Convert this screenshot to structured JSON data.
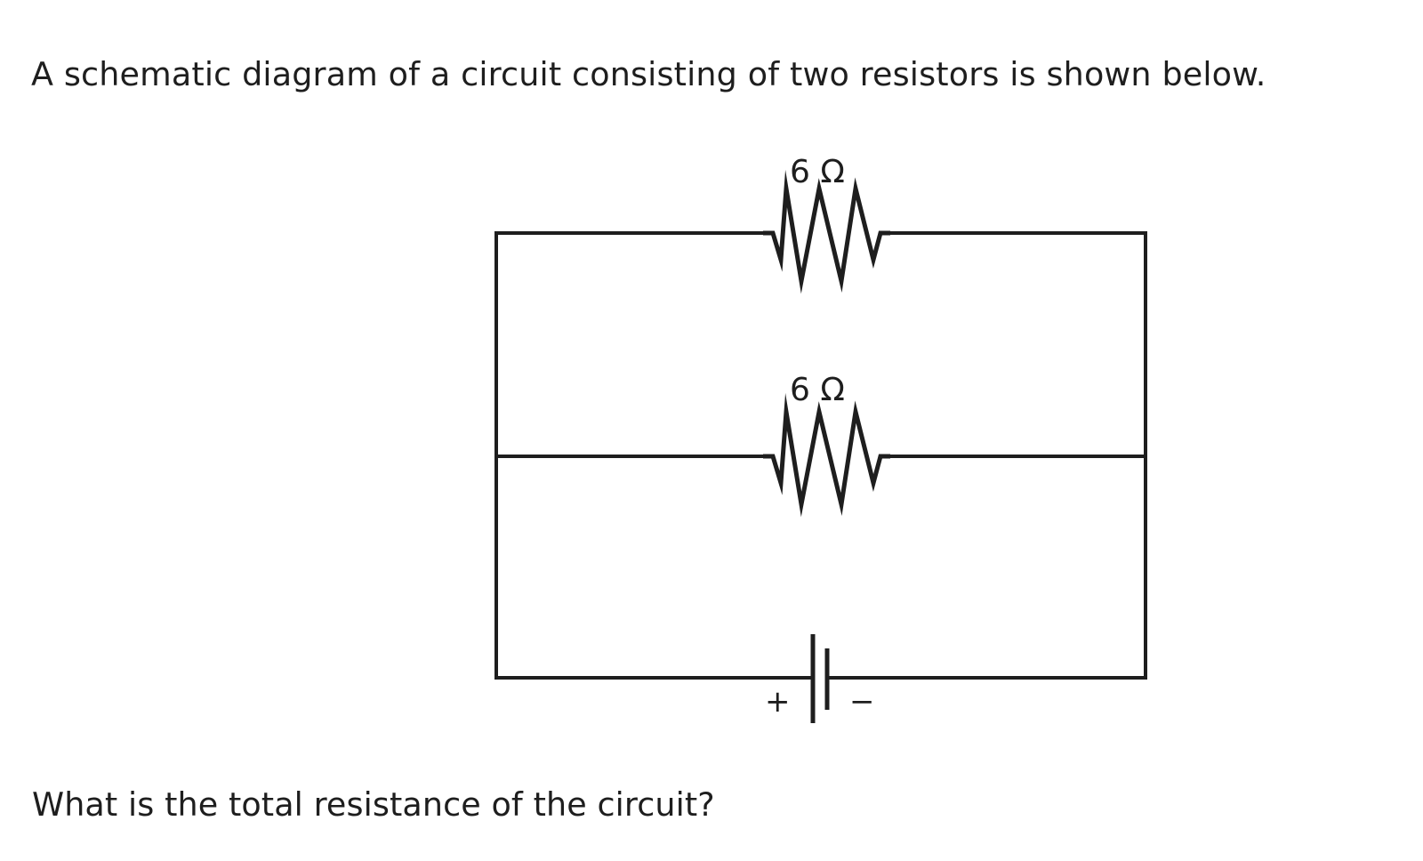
{
  "prompt_text": "A schematic diagram of a circuit consisting of two resistors is shown below.",
  "question_text": "What is the total resistance of the circuit?",
  "circuit": {
    "configuration": "parallel",
    "resistors": [
      {
        "id": "R1",
        "label": "6 Ω",
        "resistance_ohms": 6,
        "branch": "top"
      },
      {
        "id": "R2",
        "label": "6 Ω",
        "resistance_ohms": 6,
        "branch": "middle"
      }
    ],
    "battery": {
      "branch": "bottom",
      "positive_label": "+",
      "negative_label": "−"
    },
    "colors": {
      "stroke": "#1e1e1e",
      "background": "#ffffff"
    }
  }
}
